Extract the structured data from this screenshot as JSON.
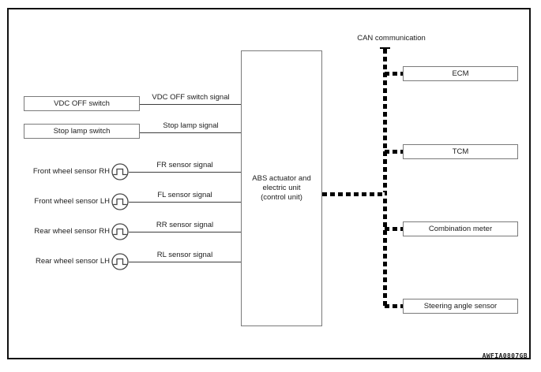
{
  "diagram": {
    "title_note": "CAN communication",
    "figure_code": "AWFIA0807GB",
    "control_unit": {
      "line1": "ABS actuator and",
      "line2": "electric unit",
      "line3": "(control unit)"
    },
    "switch_inputs": [
      {
        "label": "VDC OFF switch",
        "signal": "VDC OFF switch signal"
      },
      {
        "label": "Stop lamp switch",
        "signal": "Stop lamp signal"
      }
    ],
    "wheel_sensors": [
      {
        "label": "Front wheel sensor RH",
        "signal": "FR sensor signal"
      },
      {
        "label": "Front wheel sensor LH",
        "signal": "FL sensor signal"
      },
      {
        "label": "Rear wheel sensor RH",
        "signal": "RR sensor signal"
      },
      {
        "label": "Rear wheel sensor LH",
        "signal": "RL sensor signal"
      }
    ],
    "can_nodes": [
      {
        "label": "ECM"
      },
      {
        "label": "TCM"
      },
      {
        "label": "Combination meter"
      },
      {
        "label": "Steering angle sensor"
      }
    ],
    "colors": {
      "background": "#ffffff",
      "thin_line": "#3d3d3d",
      "box_border": "#7a7a7a",
      "can_bus": "#000000"
    }
  }
}
